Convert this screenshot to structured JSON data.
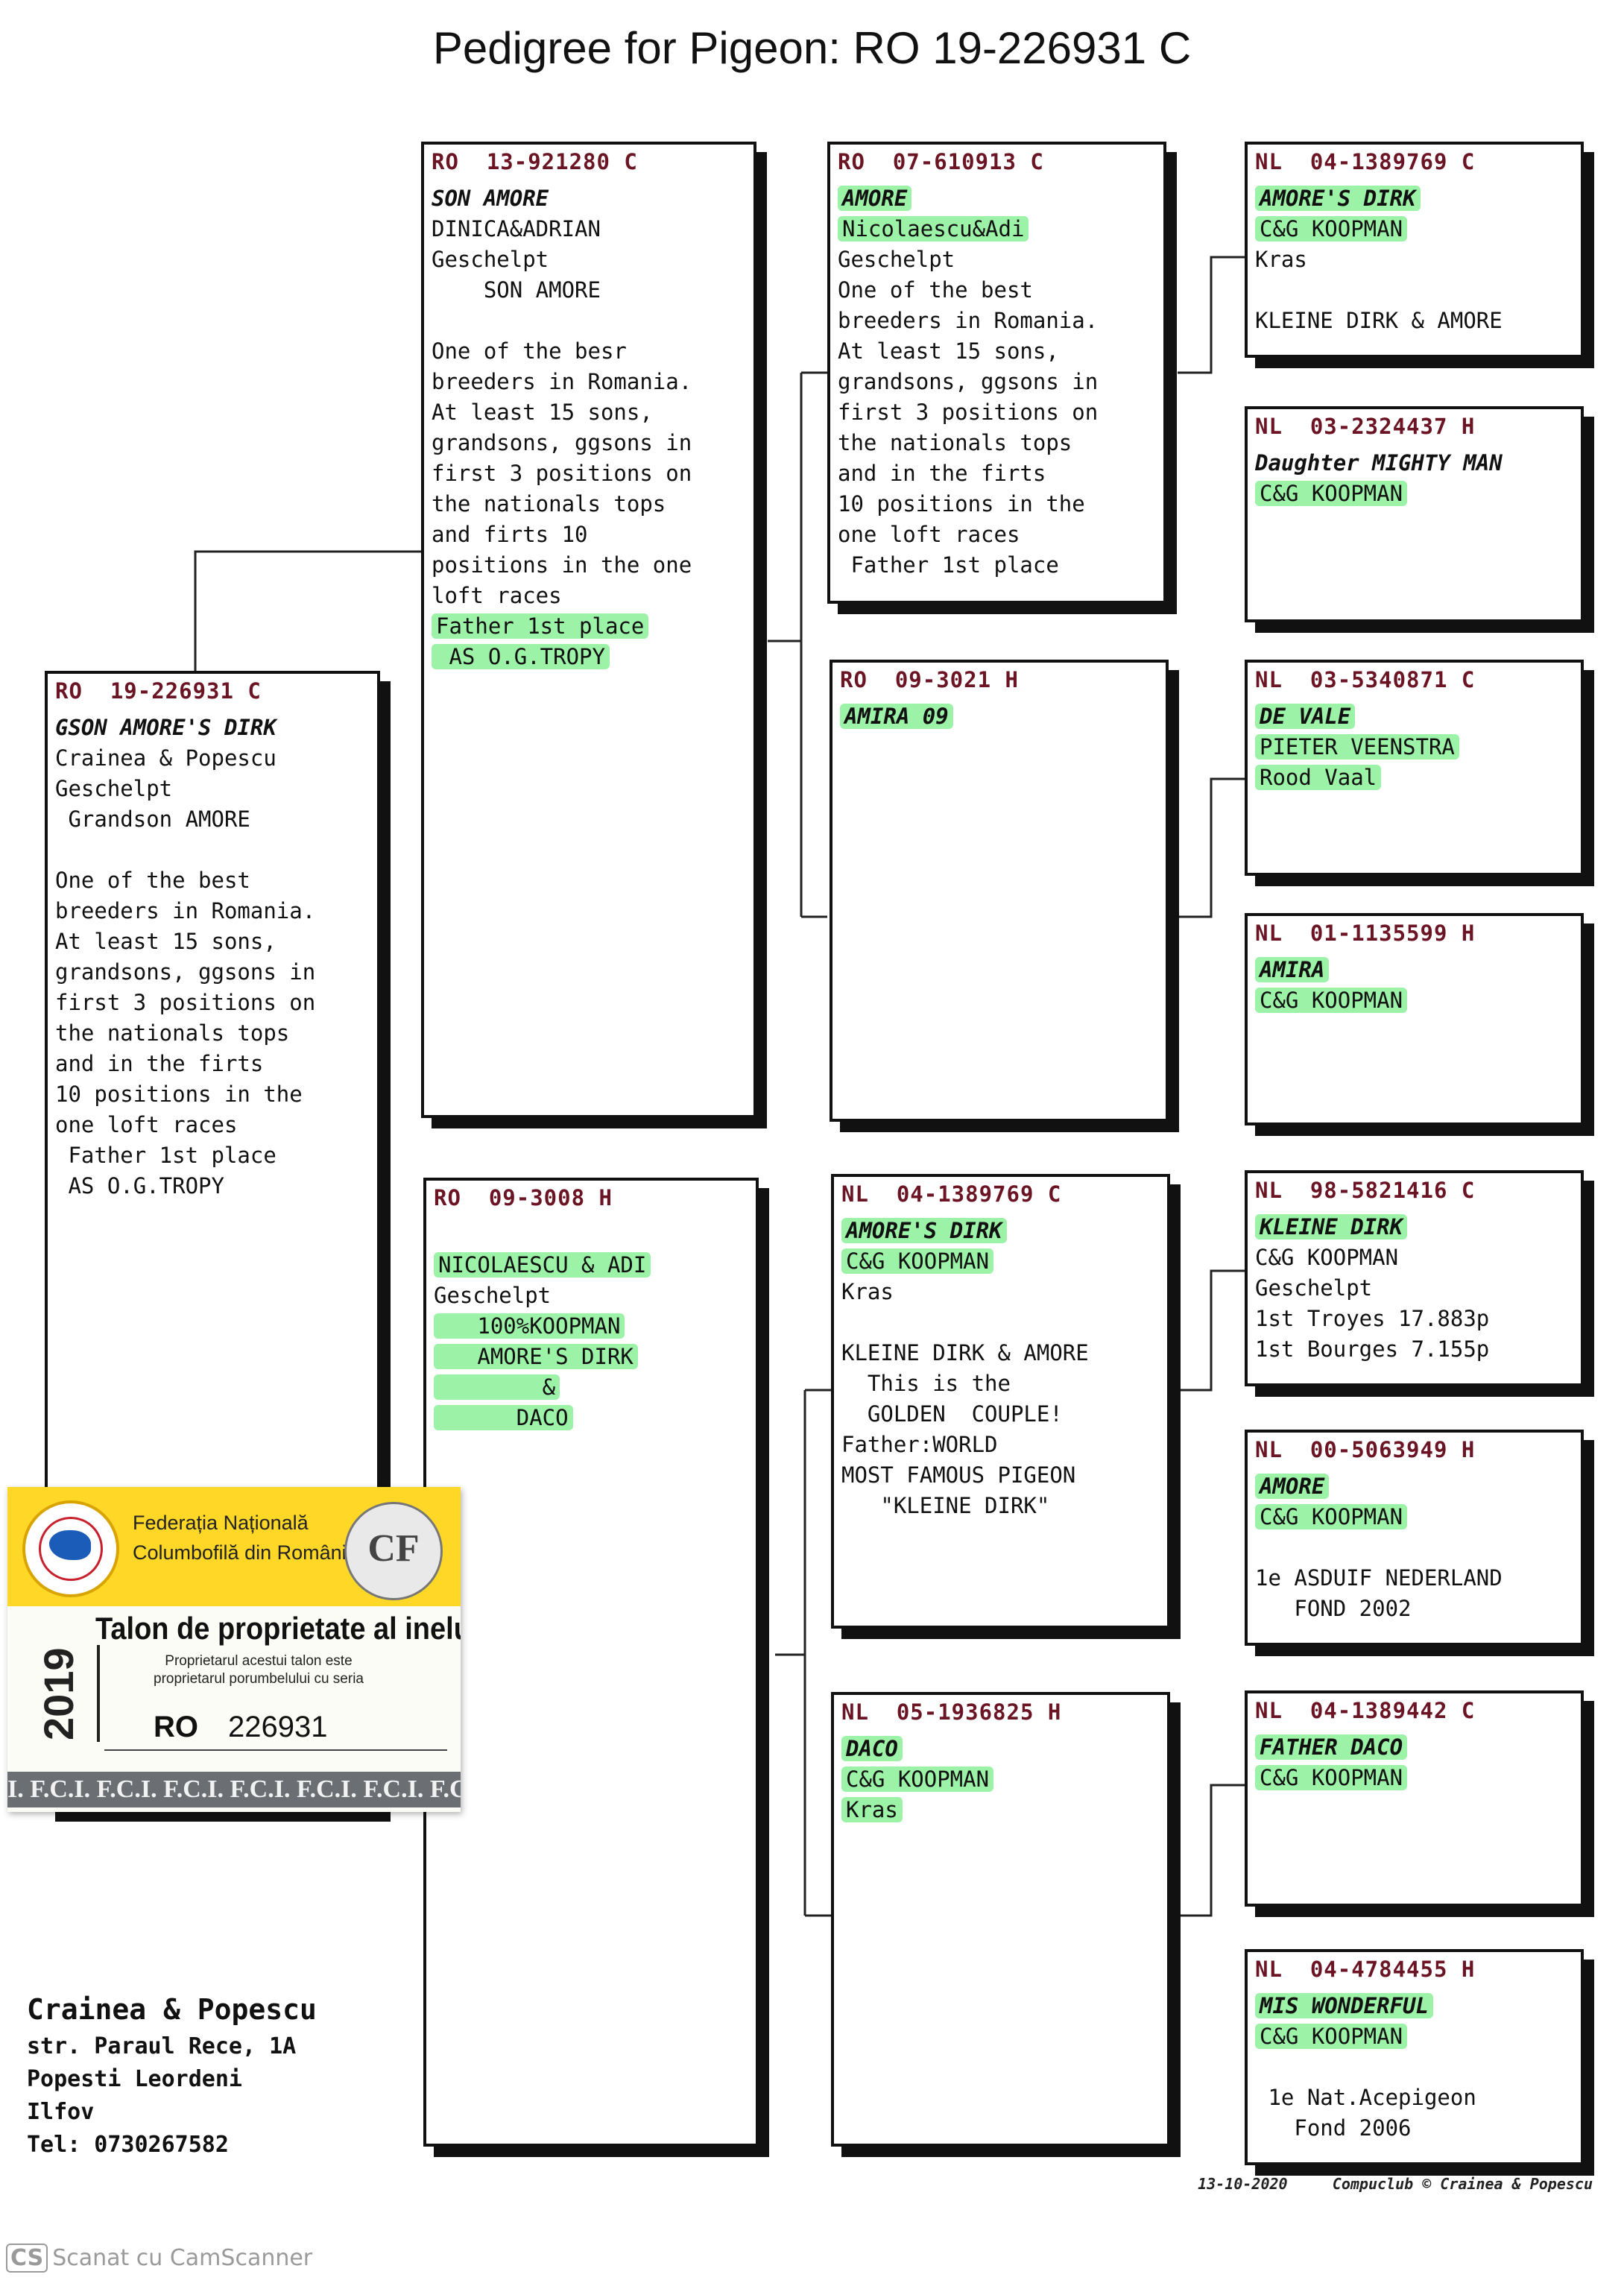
{
  "title": "Pedigree for Pigeon: RO  19-226931 C",
  "boxes": [
    {
      "header": "RO  19-226931 C",
      "lines": [
        {
          "t": "GSON AMORE'S DIRK",
          "it": true
        },
        {
          "t": "Crainea & Popescu"
        },
        {
          "t": "Geschelpt"
        },
        {
          "t": " Grandson AMORE"
        },
        {
          "t": ""
        },
        {
          "t": "One of the best"
        },
        {
          "t": "breeders in Romania."
        },
        {
          "t": "At least 15 sons,"
        },
        {
          "t": "grandsons, ggsons in"
        },
        {
          "t": "first 3 positions on"
        },
        {
          "t": "the nationals tops"
        },
        {
          "t": "and in the firts"
        },
        {
          "t": "10 positions in the"
        },
        {
          "t": "one loft races"
        },
        {
          "t": " Father 1st place"
        },
        {
          "t": " AS O.G.TROPY"
        }
      ]
    },
    {
      "header": "RO  13-921280 C",
      "lines": [
        {
          "t": "SON AMORE",
          "it": true
        },
        {
          "t": "DINICA&ADRIAN"
        },
        {
          "t": "Geschelpt"
        },
        {
          "t": "    SON AMORE"
        },
        {
          "t": ""
        },
        {
          "t": "One of the besr"
        },
        {
          "t": "breeders in Romania."
        },
        {
          "t": "At least 15 sons,"
        },
        {
          "t": "grandsons, ggsons in"
        },
        {
          "t": "first 3 positions on"
        },
        {
          "t": "the nationals tops"
        },
        {
          "t": "and firts 10"
        },
        {
          "t": "positions in the one"
        },
        {
          "t": "loft races"
        },
        {
          "t": "Father 1st place",
          "hl": true
        },
        {
          "t": " AS O.G.TROPY",
          "hl": true
        }
      ]
    },
    {
      "header": "RO  09-3008 H",
      "lines": [
        {
          "t": ""
        },
        {
          "t": "NICOLAESCU & ADI",
          "hl": true
        },
        {
          "t": "Geschelpt"
        },
        {
          "t": "   100%KOOPMAN",
          "hl": true
        },
        {
          "t": "   AMORE'S DIRK",
          "hl": true
        },
        {
          "t": "        &",
          "hl": true
        },
        {
          "t": "      DACO",
          "hl": true
        }
      ]
    },
    {
      "header": "RO  07-610913 C",
      "lines": [
        {
          "t": "AMORE",
          "it": true,
          "hl": true
        },
        {
          "t": "Nicolaescu&Adi",
          "hl": true
        },
        {
          "t": "Geschelpt"
        },
        {
          "t": "One of the best"
        },
        {
          "t": "breeders in Romania."
        },
        {
          "t": "At least 15 sons,"
        },
        {
          "t": "grandsons, ggsons in"
        },
        {
          "t": "first 3 positions on"
        },
        {
          "t": "the nationals tops"
        },
        {
          "t": "and in the firts"
        },
        {
          "t": "10 positions in the"
        },
        {
          "t": "one loft races"
        },
        {
          "t": " Father 1st place"
        }
      ]
    },
    {
      "header": "RO  09-3021 H",
      "lines": [
        {
          "t": "AMIRA 09",
          "it": true,
          "hl": true
        }
      ]
    },
    {
      "header": "NL  04-1389769 C",
      "lines": [
        {
          "t": "AMORE'S DIRK",
          "it": true,
          "hl": true
        },
        {
          "t": "C&G KOOPMAN",
          "hl": true
        },
        {
          "t": "Kras"
        },
        {
          "t": ""
        },
        {
          "t": "KLEINE DIRK & AMORE"
        },
        {
          "t": "  This is the"
        },
        {
          "t": "  GOLDEN  COUPLE!"
        },
        {
          "t": "Father:WORLD"
        },
        {
          "t": "MOST FAMOUS PIGEON"
        },
        {
          "t": "   \"KLEINE DIRK\""
        }
      ]
    },
    {
      "header": "NL  05-1936825 H",
      "lines": [
        {
          "t": "DACO",
          "it": true,
          "hl": true
        },
        {
          "t": "C&G KOOPMAN",
          "hl": true
        },
        {
          "t": "Kras",
          "hl": true
        }
      ]
    },
    {
      "header": "NL  04-1389769 C",
      "lines": [
        {
          "t": "AMORE'S DIRK",
          "it": true,
          "hl": true
        },
        {
          "t": "C&G KOOPMAN",
          "hl": true
        },
        {
          "t": "Kras"
        },
        {
          "t": ""
        },
        {
          "t": "KLEINE DIRK & AMORE"
        }
      ]
    },
    {
      "header": "NL  03-2324437 H",
      "lines": [
        {
          "t": "Daughter MIGHTY MAN",
          "it": true
        },
        {
          "t": "C&G KOOPMAN",
          "hl": true
        }
      ]
    },
    {
      "header": "NL  03-5340871 C",
      "lines": [
        {
          "t": "DE VALE",
          "it": true,
          "hl": true
        },
        {
          "t": "PIETER VEENSTRA",
          "hl": true
        },
        {
          "t": "Rood Vaal",
          "hl": true
        }
      ]
    },
    {
      "header": "NL  01-1135599 H",
      "lines": [
        {
          "t": "AMIRA",
          "it": true,
          "hl": true
        },
        {
          "t": "C&G KOOPMAN",
          "hl": true
        }
      ]
    },
    {
      "header": "NL  98-5821416 C",
      "lines": [
        {
          "t": "KLEINE DIRK",
          "it": true,
          "hl": true
        },
        {
          "t": "C&G KOOPMAN"
        },
        {
          "t": "Geschelpt"
        },
        {
          "t": "1st Troyes 17.883p"
        },
        {
          "t": "1st Bourges 7.155p"
        }
      ]
    },
    {
      "header": "NL  00-5063949 H",
      "lines": [
        {
          "t": "AMORE",
          "it": true,
          "hl": true
        },
        {
          "t": "C&G KOOPMAN",
          "hl": true
        },
        {
          "t": ""
        },
        {
          "t": "1e ASDUIF NEDERLAND"
        },
        {
          "t": "   FOND 2002"
        }
      ]
    },
    {
      "header": "NL  04-1389442 C",
      "lines": [
        {
          "t": "FATHER DACO",
          "it": true,
          "hl": true
        },
        {
          "t": "C&G KOOPMAN",
          "hl": true
        }
      ]
    },
    {
      "header": "NL  04-4784455 H",
      "lines": [
        {
          "t": "MIS WONDERFUL",
          "it": true,
          "hl": true
        },
        {
          "t": "C&G KOOPMAN",
          "hl": true
        },
        {
          "t": ""
        },
        {
          "t": " 1e Nat.Acepigeon"
        },
        {
          "t": "   Fond 2006"
        }
      ]
    }
  ],
  "owner": {
    "name": "Crainea & Popescu",
    "street": "str. Paraul Rece, 1A",
    "city": "Popesti Leordeni",
    "county": "Ilfov",
    "tel": "Tel: 0730267582"
  },
  "footer": {
    "date": "13-10-2020",
    "credit": "Compuclub © Crainea & Popescu"
  },
  "card": {
    "org_line1": "Federația Națională",
    "org_line2": "Columbofilă din România",
    "emblem": "CF",
    "title": "Talon de proprietate al inelului",
    "subtitle_line1": "Proprietarul acestui talon este",
    "subtitle_line2": "proprietarul porumbelului cu seria",
    "year": "2019",
    "country": "RO",
    "ring_number": "226931",
    "strip": "I. F.C.I. F.C.I. F.C.I. F.C.I. F.C.I. F.C.I. F.C.I. F.C"
  },
  "scanner": {
    "badge": "CS",
    "text": "Scanat cu CamScanner"
  },
  "colors": {
    "highlight": "#9cf2a6",
    "header_text": "#6b1424",
    "card_yellow": "#ffd726"
  }
}
